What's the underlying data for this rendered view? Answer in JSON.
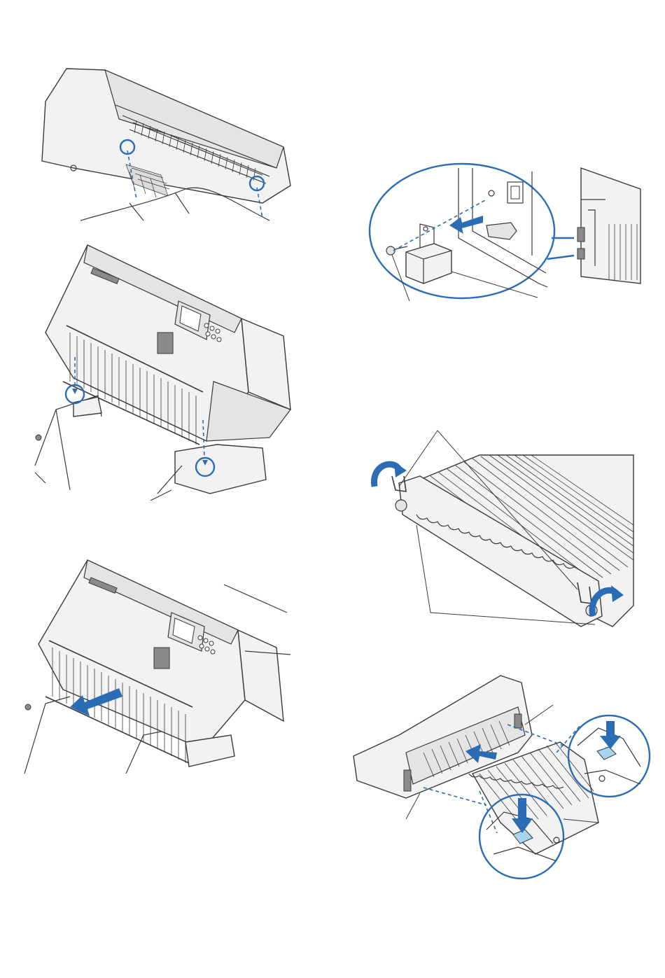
{
  "page": {
    "description_free": true
  },
  "figures": [
    {
      "id": "fig-1",
      "icon": "cutter-underside-to-stand-icon"
    },
    {
      "id": "fig-2",
      "icon": "cutter-mount-on-stand-icon"
    },
    {
      "id": "fig-3",
      "icon": "cutter-slide-forward-icon"
    },
    {
      "id": "fig-4",
      "icon": "connector-detail-icon"
    },
    {
      "id": "fig-5",
      "icon": "basket-hook-rotate-icon"
    },
    {
      "id": "fig-6",
      "icon": "basket-attach-icon"
    }
  ],
  "colors": {
    "accent": "#2a6db5",
    "highlight": "#a9d4ef",
    "line": "#3a3a3a"
  }
}
